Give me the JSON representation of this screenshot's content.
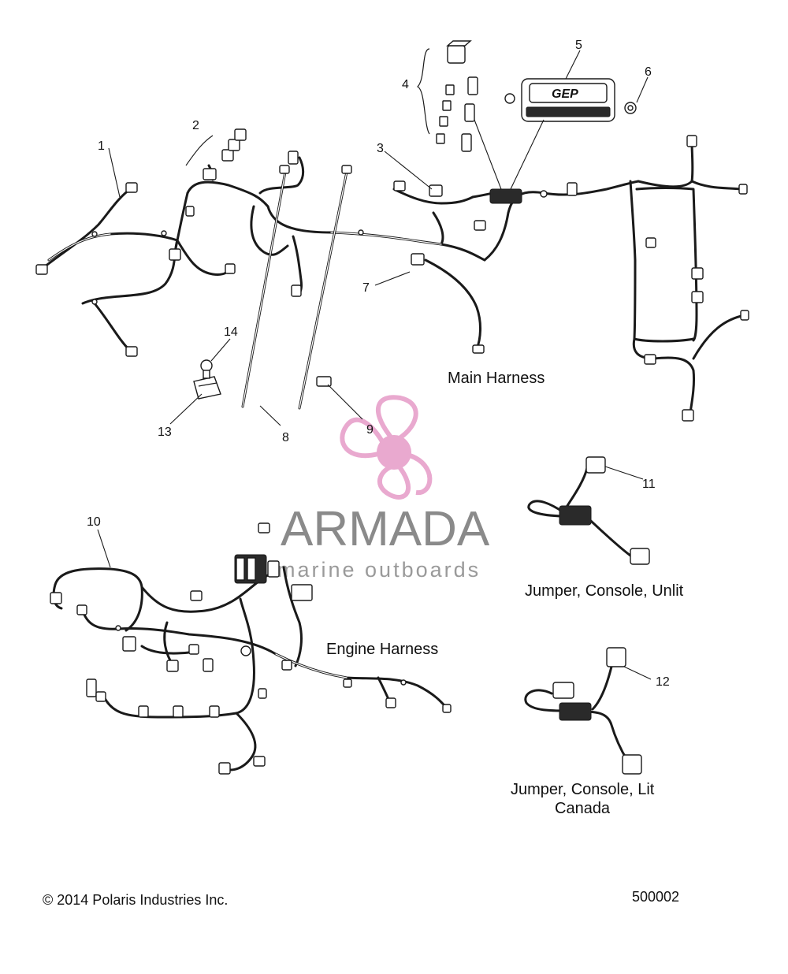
{
  "callouts": {
    "c1": "1",
    "c2": "2",
    "c3": "3",
    "c4": "4",
    "c5": "5",
    "c6": "6",
    "c7": "7",
    "c8": "8",
    "c9": "9",
    "c10": "10",
    "c11": "11",
    "c12": "12",
    "c13": "13",
    "c14": "14"
  },
  "labels": {
    "main_harness": "Main Harness",
    "engine_harness": "Engine Harness",
    "jumper_unlit": "Jumper, Console, Unlit",
    "jumper_lit_line1": "Jumper, Console, Lit",
    "jumper_lit_line2": "Canada"
  },
  "fuse_box_logo": "GEP",
  "watermark": {
    "brand": "ARMADA",
    "tagline": "marine outboards",
    "logo_color": "#e9a9cf",
    "text_color": "#8a8a8a"
  },
  "footer": {
    "copyright": "© 2014 Polaris Industries Inc.",
    "diagram_number": "500002"
  }
}
